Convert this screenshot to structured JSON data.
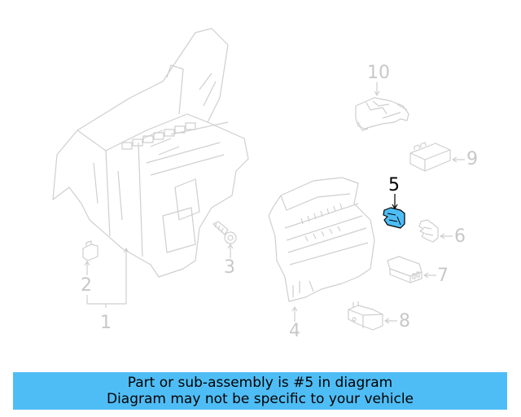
{
  "diagram": {
    "highlight_color": "#4fbdf5",
    "line_color": "#c8c8c8",
    "callouts": [
      {
        "id": "1",
        "label": "1"
      },
      {
        "id": "2",
        "label": "2"
      },
      {
        "id": "3",
        "label": "3"
      },
      {
        "id": "4",
        "label": "4"
      },
      {
        "id": "5",
        "label": "5",
        "highlighted": true
      },
      {
        "id": "6",
        "label": "6"
      },
      {
        "id": "7",
        "label": "7"
      },
      {
        "id": "8",
        "label": "8"
      },
      {
        "id": "9",
        "label": "9"
      },
      {
        "id": "10",
        "label": "10"
      }
    ]
  },
  "banner": {
    "background": "#4fbdf5",
    "line1": "Part or sub-assembly is #5 in diagram",
    "line2": "Diagram may not be specific to your vehicle"
  }
}
